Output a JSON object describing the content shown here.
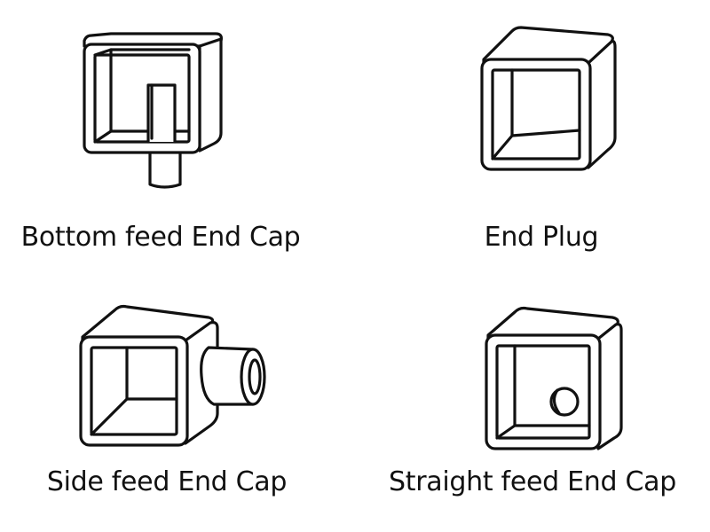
{
  "parts": [
    {
      "label": "Bottom feed End Cap",
      "icon": "bottom-feed-end-cap-icon"
    },
    {
      "label": "End Plug",
      "icon": "end-plug-icon"
    },
    {
      "label": "Side feed End Cap",
      "icon": "side-feed-end-cap-icon"
    },
    {
      "label": "Straight feed End Cap",
      "icon": "straight-feed-end-cap-icon"
    }
  ]
}
